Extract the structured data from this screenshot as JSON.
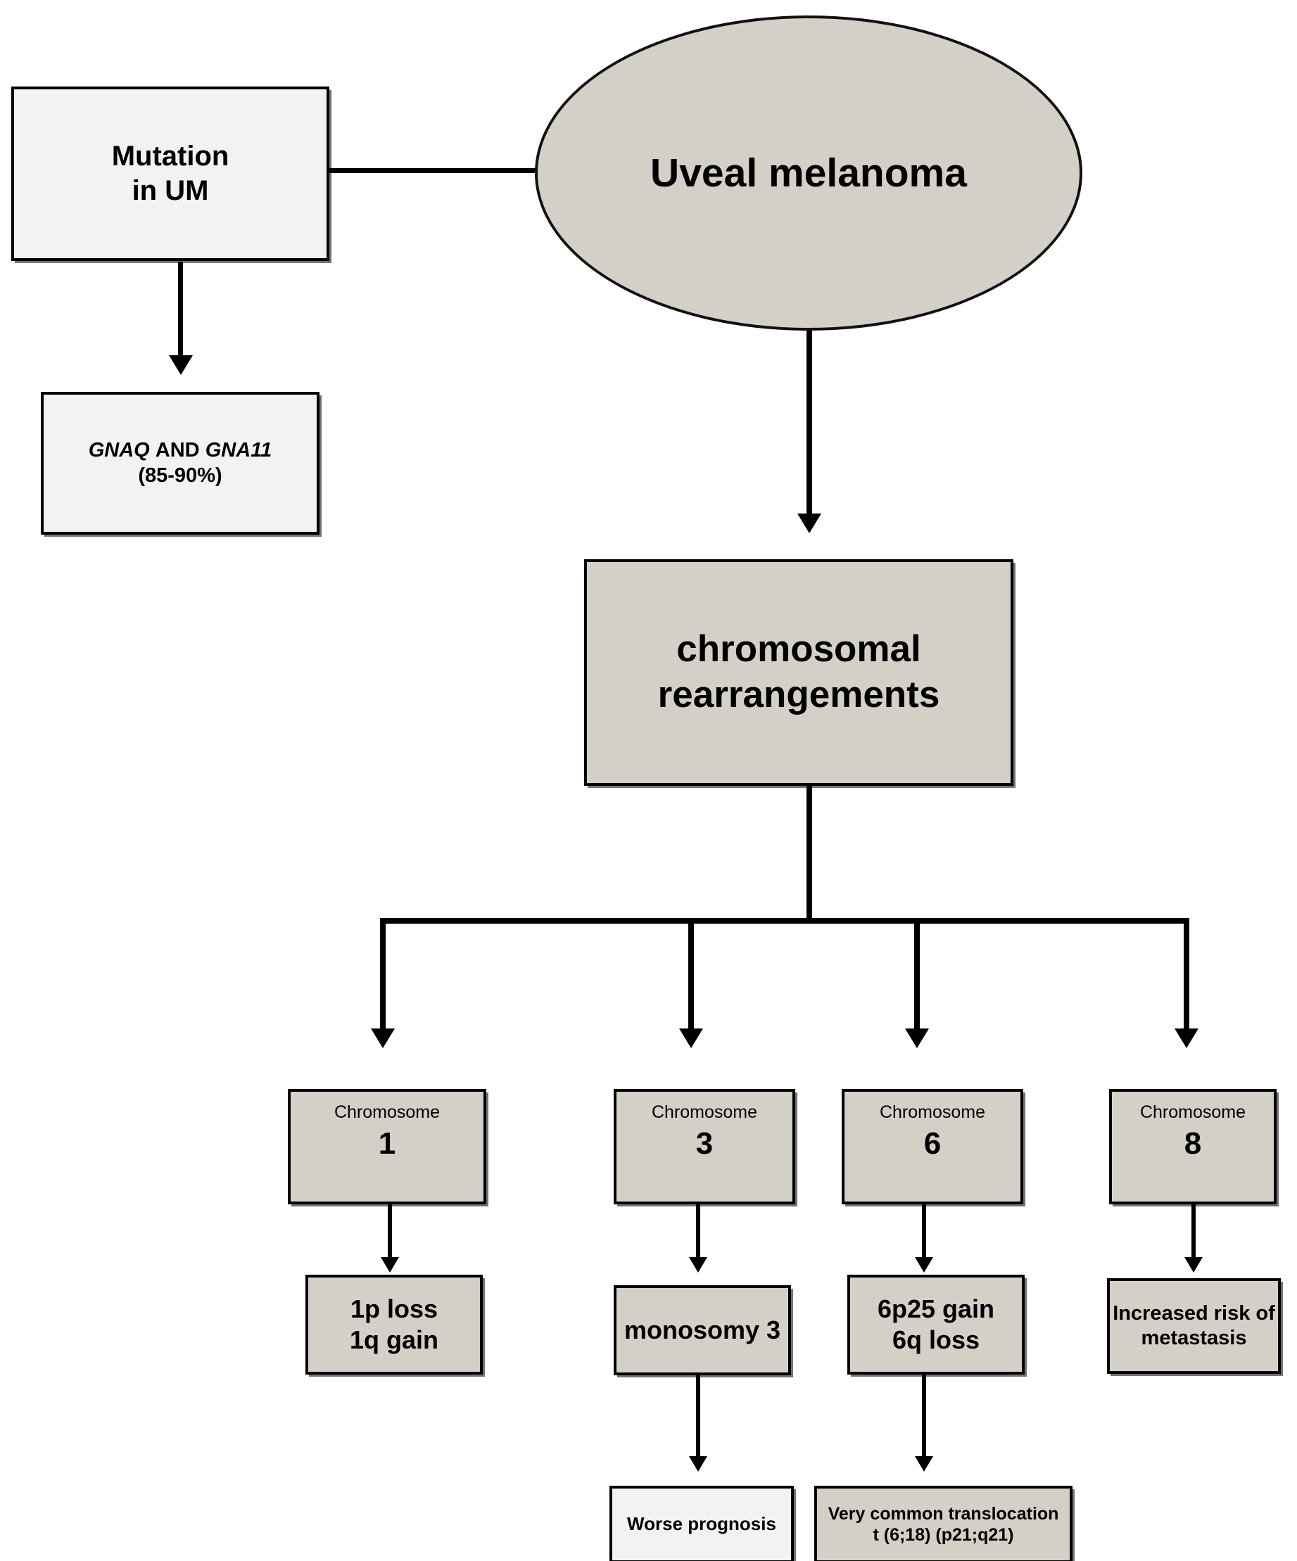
{
  "diagram": {
    "title": "Uveal melanoma genetic alterations flowchart",
    "colors": {
      "tan_fill": "#d4d0c8",
      "light_fill": "#f2f2f2",
      "stroke": "#000000",
      "background": "#ffffff"
    }
  },
  "nodes": {
    "mutation_in_um": {
      "line1": "Mutation",
      "line2": "in UM"
    },
    "gnaq": {
      "gene1": "GNAQ",
      "conj": "AND",
      "gene2": "GNA11",
      "percent": "(85-90%)"
    },
    "uveal_melanoma": {
      "label": "Uveal melanoma"
    },
    "chromosomal_rearrangements": {
      "line1": "chromosomal",
      "line2": "rearrangements"
    },
    "chromosomes": [
      {
        "caption": "Chromosome",
        "number": "1"
      },
      {
        "caption": "Chromosome",
        "number": "3"
      },
      {
        "caption": "Chromosome",
        "number": "6"
      },
      {
        "caption": "Chromosome",
        "number": "8"
      }
    ],
    "outcomes": [
      {
        "line1": "1p loss",
        "line2": "1q gain"
      },
      {
        "line1": "monosomy 3",
        "line2": ""
      },
      {
        "line1": "6p25 gain",
        "line2": "6q loss"
      },
      {
        "line1": "Increased risk of",
        "line2": "metastasis"
      }
    ],
    "worse_prognosis": {
      "label": "Worse prognosis"
    },
    "translocation": {
      "line1": "Very common translocation",
      "line2": "t (6;18) (p21;q21)"
    }
  }
}
